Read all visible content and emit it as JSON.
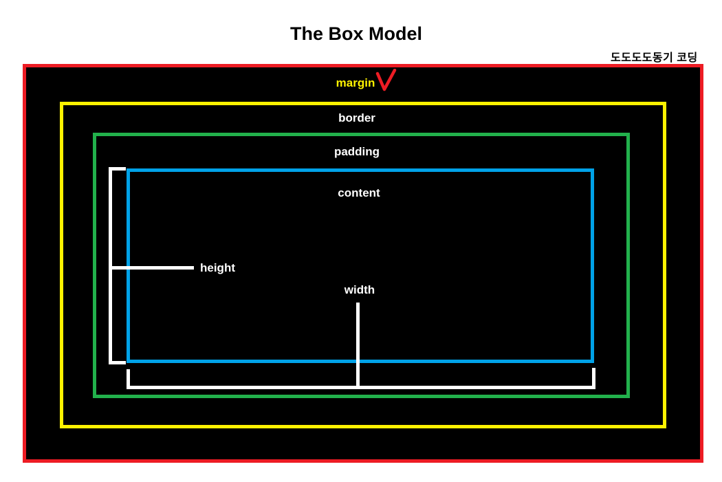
{
  "page": {
    "title": "The Box Model",
    "watermark": "도도도도동기 코딩",
    "background_color": "#ffffff"
  },
  "diagram": {
    "background": "#000000",
    "layers": {
      "margin": {
        "label": "margin",
        "border_color": "#ed1c24",
        "label_color": "#fff200"
      },
      "border": {
        "label": "border",
        "border_color": "#fff200",
        "label_color": "#ffffff"
      },
      "padding": {
        "label": "padding",
        "border_color": "#22b14c",
        "label_color": "#ffffff"
      },
      "content": {
        "label": "content",
        "border_color": "#00a2e8",
        "label_color": "#ffffff"
      }
    },
    "dimensions": {
      "height_label": "height",
      "width_label": "width",
      "line_color": "#ffffff"
    },
    "checkmark": {
      "color": "#ed1c24",
      "shape": "V"
    }
  }
}
